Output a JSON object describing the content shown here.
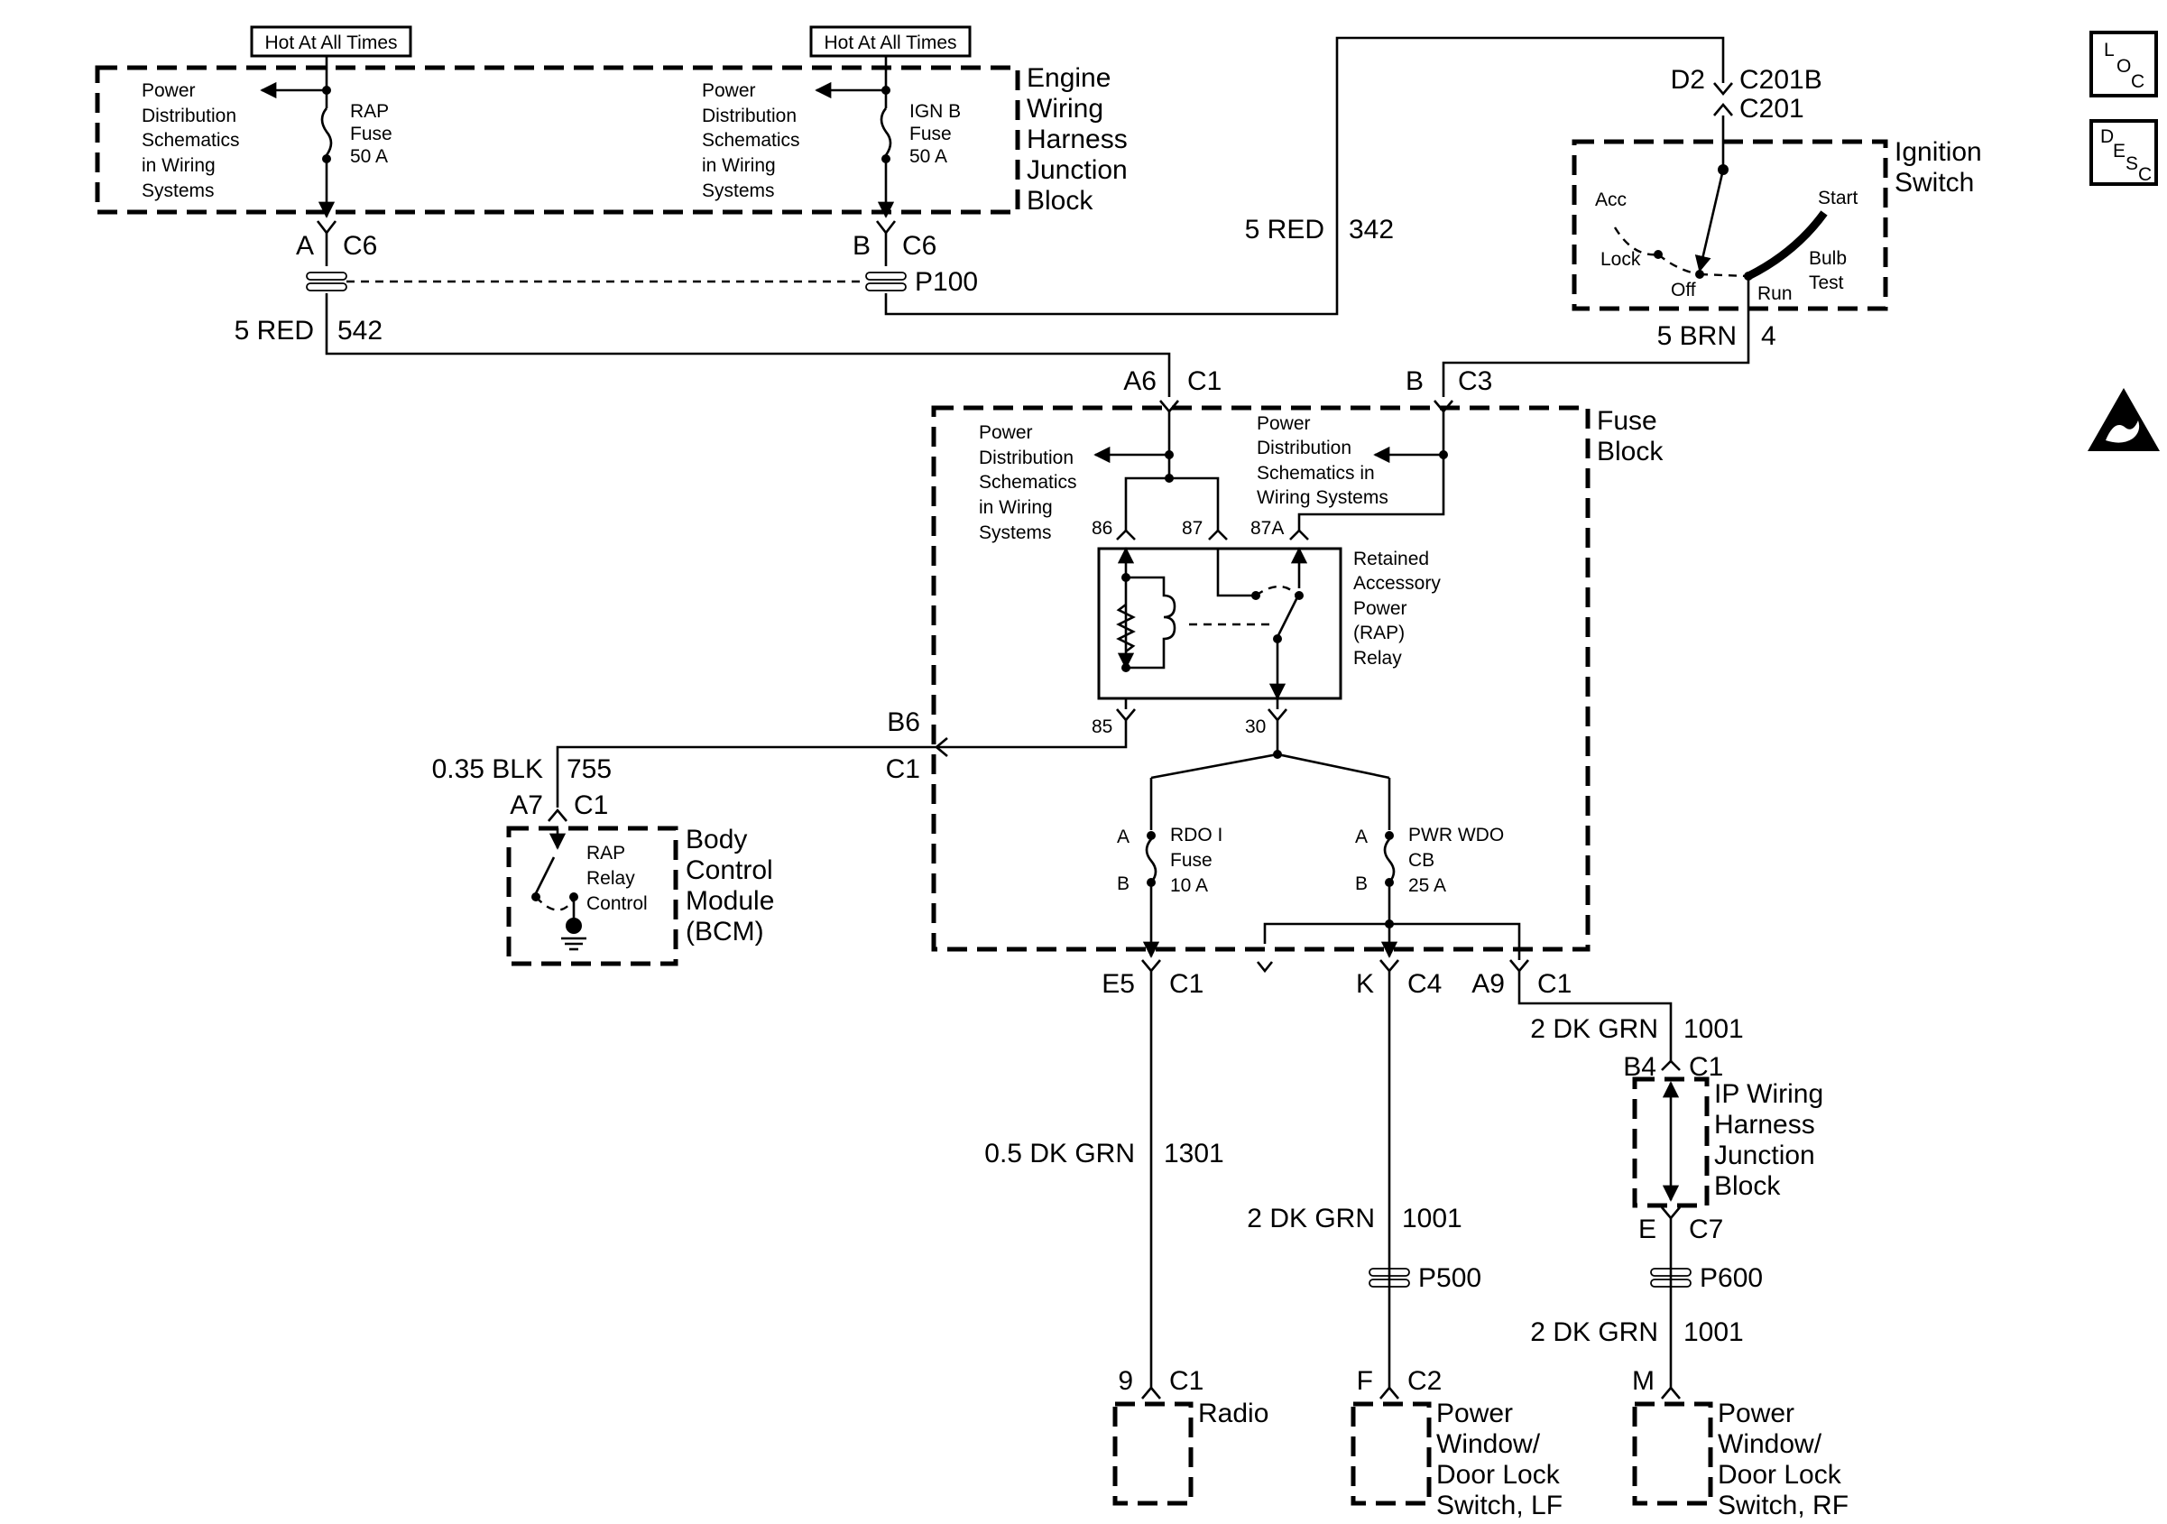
{
  "hot_labels": [
    "Hot At All Times",
    "Hot At All Times"
  ],
  "power_dist": {
    "line1": "Power",
    "line2": "Distribution",
    "line3": "Schematics",
    "line4": "in Wiring",
    "line5": "Systems",
    "alt_line3": "Schematics in",
    "alt_line4": "Wiring Systems"
  },
  "fuses": {
    "rap_name": "RAP",
    "rap_type": "Fuse",
    "rap_rating": "50 A",
    "ignb_name": "IGN B",
    "ignb_type": "Fuse",
    "ignb_rating": "50 A",
    "rdo_name": "RDO I",
    "rdo_type": "Fuse",
    "rdo_rating": "10 A",
    "pwr_name": "PWR WDO",
    "pwr_type": "CB",
    "pwr_rating": "25 A"
  },
  "components": {
    "engine_jb": [
      "Engine",
      "Wiring",
      "Harness",
      "Junction",
      "Block"
    ],
    "fuse_block": [
      "Fuse",
      "Block"
    ],
    "ignition_switch": [
      "Ignition",
      "Switch"
    ],
    "bcm": [
      "Body",
      "Control",
      "Module",
      "(BCM)"
    ],
    "ip_jb": [
      "IP Wiring",
      "Harness",
      "Junction",
      "Block"
    ],
    "radio": "Radio",
    "pwr_lf": [
      "Power",
      "Window/",
      "Door Lock",
      "Switch, LF"
    ],
    "pwr_rf": [
      "Power",
      "Window/",
      "Door Lock",
      "Switch, RF"
    ],
    "relay": [
      "Retained",
      "Accessory",
      "Power",
      "(RAP)",
      "Relay"
    ],
    "rap_relay_control": [
      "RAP",
      "Relay",
      "Control"
    ]
  },
  "ignition_positions": {
    "acc": "Acc",
    "lock": "Lock",
    "off": "Off",
    "run": "Run",
    "start": "Start",
    "bulb": "Bulb",
    "test": "Test"
  },
  "connectors": {
    "a": "A",
    "b": "B",
    "c6": "C6",
    "p100": "P100",
    "d2": "D2",
    "c201b": "C201B",
    "c201": "C201",
    "a6": "A6",
    "c1": "C1",
    "b_fb": "B",
    "c3": "C3",
    "b6": "B6",
    "a7": "A7",
    "e5": "E5",
    "k": "K",
    "c4": "C4",
    "a9": "A9",
    "b4": "B4",
    "e": "E",
    "c7": "C7",
    "p500": "P500",
    "p600": "P600",
    "n9": "9",
    "f": "F",
    "c2": "C2",
    "m": "M",
    "pin_a": "A",
    "pin_b": "B",
    "pin86": "86",
    "pin87": "87",
    "pin87a": "87A",
    "pin85": "85",
    "pin30": "30"
  },
  "wires": {
    "w542_color": "5 RED",
    "w542_num": "542",
    "w342_color": "5 RED",
    "w342_num": "342",
    "w4_color": "5 BRN",
    "w4_num": "4",
    "w755_color": "0.35 BLK",
    "w755_num": "755",
    "w1301_color": "0.5 DK GRN",
    "w1301_num": "1301",
    "w1001a_color": "2 DK GRN",
    "w1001a_num": "1001",
    "w1001b_color": "2 DK GRN",
    "w1001b_num": "1001",
    "w1001c_color": "2 DK GRN",
    "w1001c_num": "1001"
  },
  "icons": {
    "loc": {
      "l": "L",
      "o": "O",
      "c": "C"
    },
    "desc": {
      "d": "D",
      "e": "E",
      "s": "S",
      "c": "C"
    }
  }
}
